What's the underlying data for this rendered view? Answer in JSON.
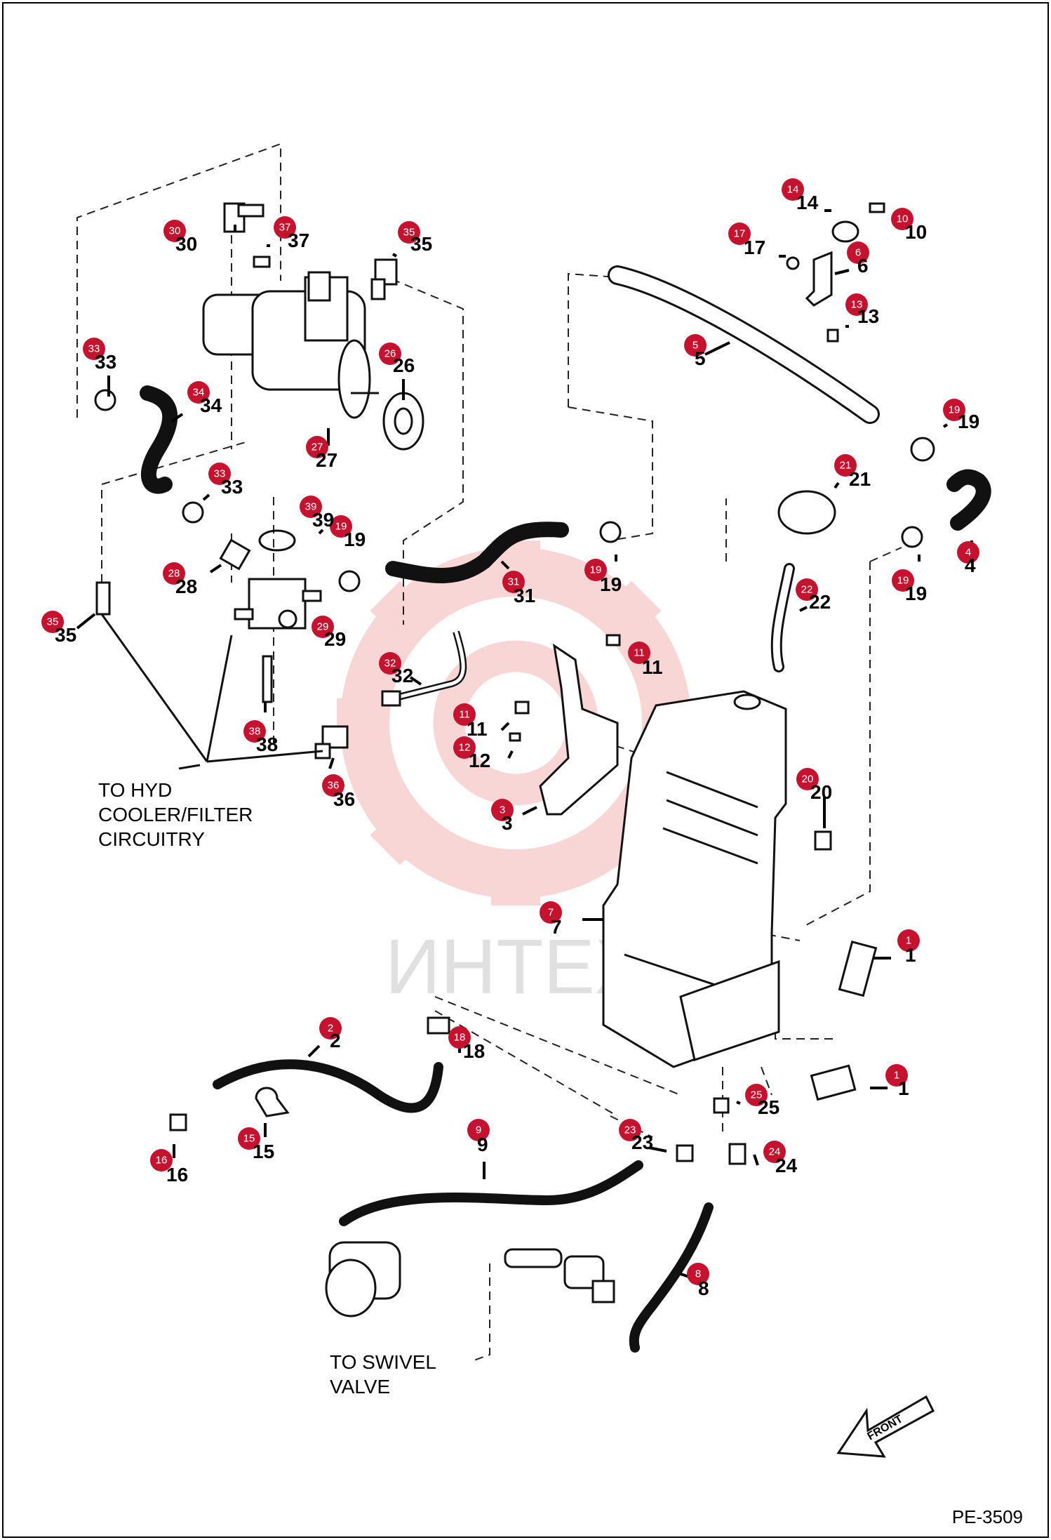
{
  "drawing_code": "PE-3509",
  "watermark": "ИНТЕХ",
  "notes": {
    "to_hyd": [
      "TO HYD",
      "COOLER/FILTER",
      "CIRCUITRY"
    ],
    "to_swivel": [
      "TO SWIVEL",
      "VALVE"
    ],
    "front": "FRONT"
  },
  "callouts": [
    {
      "n": "1",
      "label": "1"
    },
    {
      "n": "1",
      "label": "1"
    },
    {
      "n": "2",
      "label": "2"
    },
    {
      "n": "3",
      "label": "3"
    },
    {
      "n": "4",
      "label": "4"
    },
    {
      "n": "5",
      "label": "5"
    },
    {
      "n": "6",
      "label": "6"
    },
    {
      "n": "7",
      "label": "7"
    },
    {
      "n": "8",
      "label": "8"
    },
    {
      "n": "9",
      "label": "9"
    },
    {
      "n": "10",
      "label": "10"
    },
    {
      "n": "11",
      "label": "11"
    },
    {
      "n": "11",
      "label": "11"
    },
    {
      "n": "12",
      "label": "12"
    },
    {
      "n": "13",
      "label": "13"
    },
    {
      "n": "14",
      "label": "14"
    },
    {
      "n": "15",
      "label": "15"
    },
    {
      "n": "16",
      "label": "16"
    },
    {
      "n": "17",
      "label": "17"
    },
    {
      "n": "18",
      "label": "18"
    },
    {
      "n": "19",
      "label": "19"
    },
    {
      "n": "19",
      "label": "19"
    },
    {
      "n": "19",
      "label": "19"
    },
    {
      "n": "19",
      "label": "19"
    },
    {
      "n": "20",
      "label": "20"
    },
    {
      "n": "21",
      "label": "21"
    },
    {
      "n": "22",
      "label": "22"
    },
    {
      "n": "23",
      "label": "23"
    },
    {
      "n": "24",
      "label": "24"
    },
    {
      "n": "25",
      "label": "25"
    },
    {
      "n": "26",
      "label": "26"
    },
    {
      "n": "27",
      "label": "27"
    },
    {
      "n": "28",
      "label": "28"
    },
    {
      "n": "29",
      "label": "29"
    },
    {
      "n": "30",
      "label": "30"
    },
    {
      "n": "31",
      "label": "31"
    },
    {
      "n": "32",
      "label": "32"
    },
    {
      "n": "33",
      "label": "33"
    },
    {
      "n": "33",
      "label": "33"
    },
    {
      "n": "34",
      "label": "34"
    },
    {
      "n": "35",
      "label": "35"
    },
    {
      "n": "35",
      "label": "35"
    },
    {
      "n": "36",
      "label": "36"
    },
    {
      "n": "37",
      "label": "37"
    },
    {
      "n": "38",
      "label": "38"
    },
    {
      "n": "39",
      "label": "39"
    }
  ],
  "colors": {
    "callout": "#c4122f",
    "watermark": "#f3b6b6",
    "line": "#111111"
  }
}
